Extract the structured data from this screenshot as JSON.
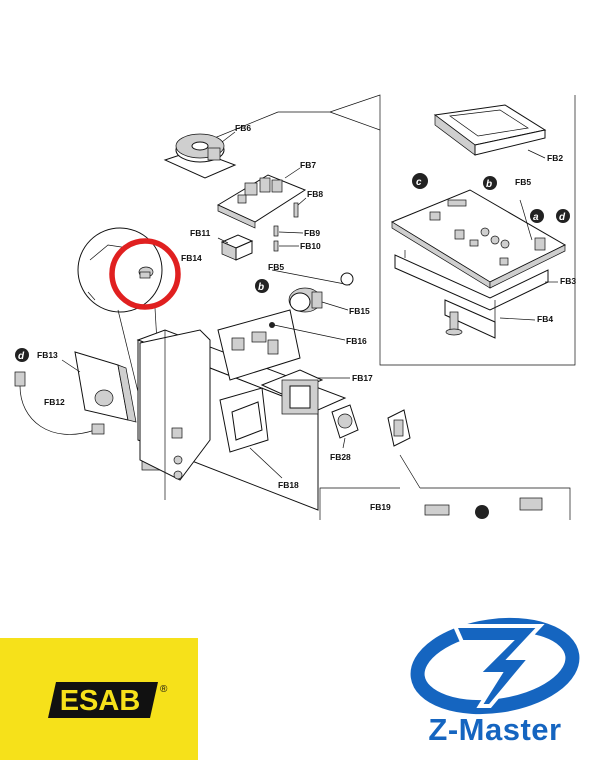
{
  "labels": {
    "fb2": "FB2",
    "fb3": "FB3",
    "fb4": "FB4",
    "fb5a": "FB5",
    "fb5b": "FB5",
    "fb6": "FB6",
    "fb7": "FB7",
    "fb8": "FB8",
    "fb9": "FB9",
    "fb10": "FB10",
    "fb11": "FB11",
    "fb12": "FB12",
    "fb13": "FB13",
    "fb14": "FB14",
    "fb15": "FB15",
    "fb16": "FB16",
    "fb17": "FB17",
    "fb18": "FB18",
    "fb19": "FB19",
    "fb28": "FB28"
  },
  "markers": {
    "a": "a",
    "b1": "b",
    "b2": "b",
    "c": "c",
    "d1": "d",
    "d2": "d"
  },
  "logos": {
    "esab": "ESAB",
    "esab_reg": "®",
    "zmaster": "Z-Master"
  },
  "colors": {
    "highlight": "#e02020",
    "esab_yellow": "#f6e11a",
    "zmaster_blue": "#1565c0"
  }
}
